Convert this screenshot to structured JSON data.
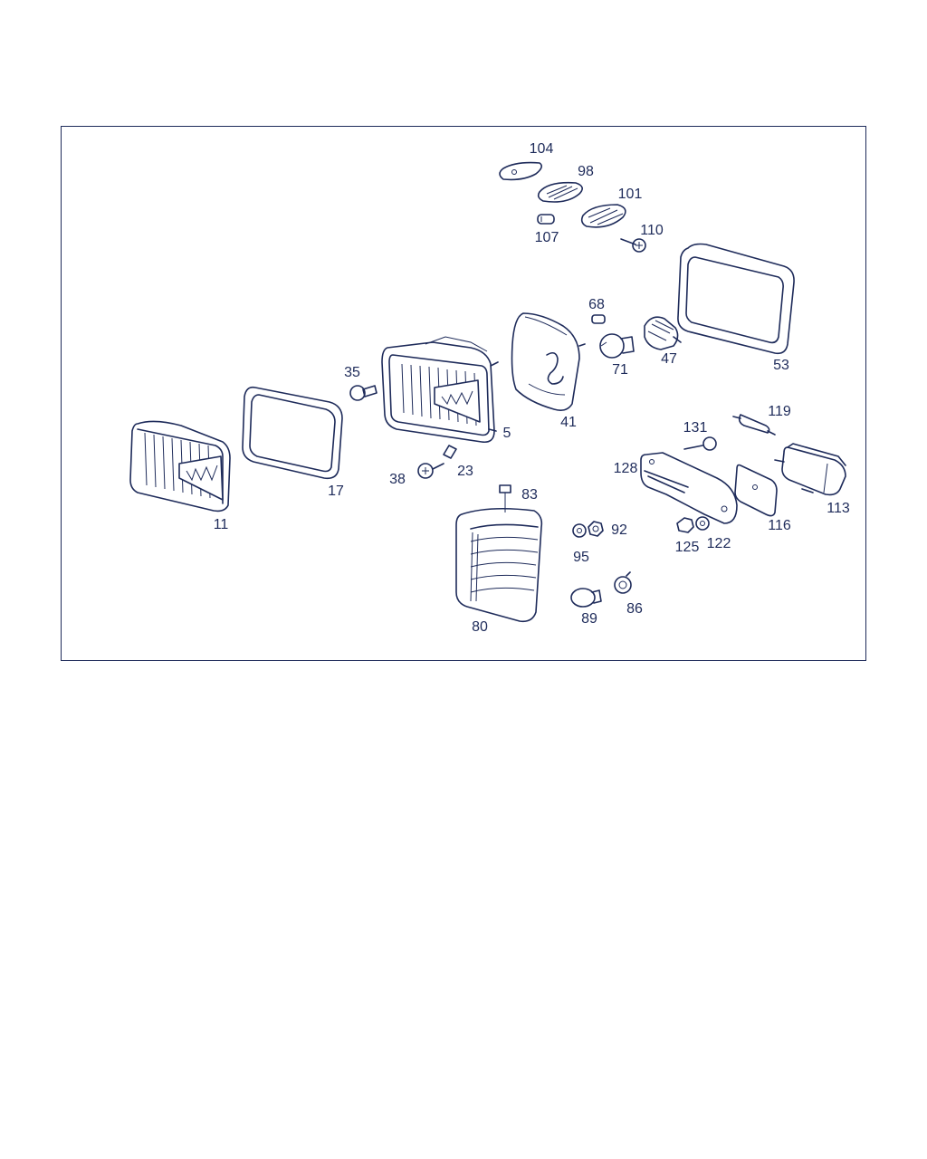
{
  "diagram": {
    "labels": {
      "p104": "104",
      "p98": "98",
      "p101": "101",
      "p107": "107",
      "p110": "110",
      "p68": "68",
      "p71": "71",
      "p47": "47",
      "p53": "53",
      "p35": "35",
      "p5": "5",
      "p41": "41",
      "p119": "119",
      "p131": "131",
      "p128": "128",
      "p113": "113",
      "p116": "116",
      "p125": "125",
      "p122": "122",
      "p17": "17",
      "p11": "11",
      "p38": "38",
      "p23": "23",
      "p83": "83",
      "p92": "92",
      "p95": "95",
      "p80": "80",
      "p89": "89",
      "p86": "86"
    },
    "colors": {
      "line": "#1e2b5a",
      "background": "#ffffff"
    }
  }
}
